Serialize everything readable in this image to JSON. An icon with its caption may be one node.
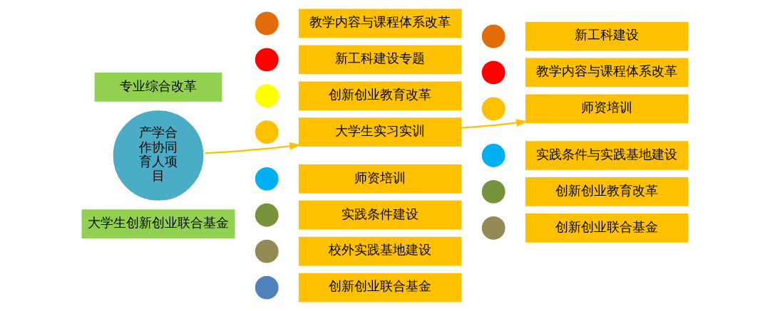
{
  "diagram": {
    "nodes": [
      {
        "text": [
          "专业综合改革"
        ]
      },
      {
        "text": [
          "产学合作协同育人项目"
        ]
      },
      {
        "text": [
          "大学生创新创业联合基金"
        ]
      },
      {
        "text": [],
        "shape": "circle"
      },
      {
        "text": [
          "教学内容与课程体系改革"
        ]
      },
      {
        "text": [],
        "shape": "circle"
      },
      {
        "text": [
          "新工科建设专题"
        ]
      },
      {
        "text": [],
        "shape": "circle"
      },
      {
        "text": [
          "创新创业教育改革"
        ]
      },
      {
        "text": [],
        "shape": "circle"
      },
      {
        "text": [
          "大学生实习实训"
        ]
      },
      {
        "text": [],
        "shape": "circle"
      },
      {
        "text": [
          "师资培训"
        ]
      },
      {
        "text": [],
        "shape": "circle"
      },
      {
        "text": [
          "实践条件建设"
        ]
      },
      {
        "text": [],
        "shape": "circle"
      },
      {
        "text": [
          "校外实践基地建设"
        ]
      },
      {
        "text": [],
        "shape": "circle"
      },
      {
        "text": [
          "创新创业联合基金"
        ]
      },
      {
        "text": [],
        "shape": "circle"
      },
      {
        "text": [
          "新工科建设"
        ]
      },
      {
        "text": [],
        "shape": "circle"
      },
      {
        "text": [
          "教学内容与课程体系改革"
        ]
      },
      {
        "text": [],
        "shape": "circle"
      },
      {
        "text": [
          "师资培训"
        ]
      },
      {
        "text": [],
        "shape": "circle"
      },
      {
        "text": [
          "实践条件与实践基地建设"
        ]
      },
      {
        "text": [],
        "shape": "circle"
      },
      {
        "text": [
          "创新创业教育改革"
        ]
      },
      {
        "text": [],
        "shape": "circle"
      },
      {
        "text": [
          "创新创业联合基金"
        ]
      }
    ],
    "edges": [
      {
        "from": 1,
        "to": 10,
        "arrow": "to"
      },
      {
        "from": 10,
        "to": 24,
        "arrow": "to"
      }
    ]
  }
}
